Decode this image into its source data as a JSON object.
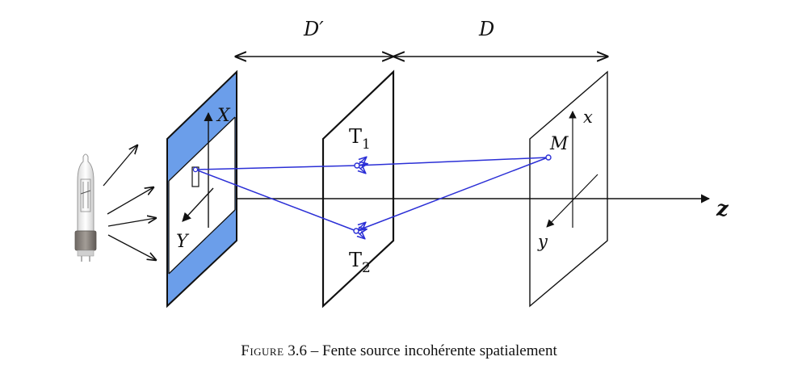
{
  "labels": {
    "D_prime": "D′",
    "D": "D",
    "X": "X",
    "Y": "Y",
    "T1_letter": "T",
    "T1_sub": "1",
    "T2_letter": "T",
    "T2_sub": "2",
    "M": "M",
    "x": "x",
    "y": "y",
    "z": "z"
  },
  "caption": {
    "figure_word": "Figure",
    "number": "3.6",
    "separator": "–",
    "text": "Fente source incohérente spatialement"
  },
  "colors": {
    "screen_fill": "#6b9eea",
    "ray": "#2b2fd6",
    "ink": "#111111"
  },
  "icons": {
    "lamp": "light-bulb-icon"
  }
}
